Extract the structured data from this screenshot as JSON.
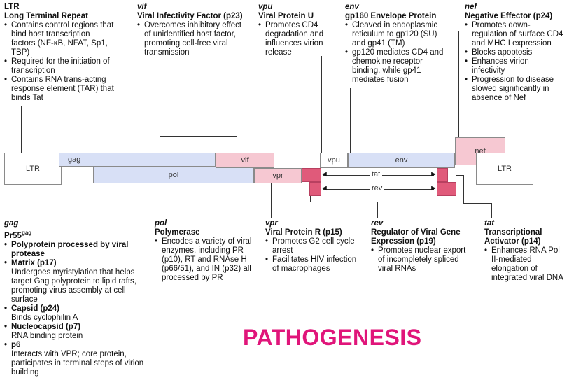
{
  "top": {
    "ltr": {
      "gene": "LTR",
      "title": "Long Terminal Repeat",
      "bullets": [
        "Contains control regions that bind host transcription factors (NF-κB, NFAT, Sp1, TBP)",
        "Required for the initiation of transcription",
        "Contains RNA trans-acting response element (TAR) that binds Tat"
      ]
    },
    "vif": {
      "gene": "vif",
      "title": "Viral Infectivity Factor (p23)",
      "bullets": [
        "Overcomes inhibitory effect of unidentified host factor, promoting cell-free viral transmission"
      ]
    },
    "vpu": {
      "gene": "vpu",
      "title": "Viral Protein U",
      "bullets": [
        "Promotes CD4 degradation and influences virion release"
      ]
    },
    "env": {
      "gene": "env",
      "title": "gp160 Envelope Protein",
      "bullets": [
        "Cleaved in endoplasmic reticulum to gp120 (SU) and gp41 (TM)",
        "gp120 mediates CD4 and chemokine receptor binding, while gp41 mediates fusion"
      ]
    },
    "nef": {
      "gene": "nef",
      "title": "Negative Effector (p24)",
      "bullets": [
        "Promotes down-regulation of surface CD4 and MHC I expression",
        "Blocks apoptosis",
        "Enhances virion infectivity",
        "Progression to disease slowed significantly in absence of Nef"
      ]
    }
  },
  "genome": {
    "ltr_left": "LTR",
    "gag": "gag",
    "pol": "pol",
    "vif": "vif",
    "vpr": "vpr",
    "vpu": "vpu",
    "env": "env",
    "nef": "nef",
    "ltr_right": "LTR",
    "tat": "tat",
    "rev": "rev"
  },
  "bottom": {
    "gag": {
      "gene": "gag",
      "title_main": "Pr55",
      "title_sup": "gag",
      "items": [
        {
          "label": "Polyprotein processed by viral protease",
          "sub": ""
        },
        {
          "label": "Matrix (p17)",
          "sub": "Undergoes myristylation that helps target Gag polyprotein to lipid rafts, promoting virus assembly at cell surface"
        },
        {
          "label": "Capsid (p24)",
          "sub": "Binds cyclophilin A"
        },
        {
          "label": "Nucleocapsid (p7)",
          "sub": "RNA binding protein"
        },
        {
          "label": "p6",
          "sub": "Interacts with VPR; core protein, participates in terminal steps of virion building"
        }
      ]
    },
    "pol": {
      "gene": "pol",
      "title": "Polymerase",
      "bullets": [
        "Encodes a variety of viral enzymes, including PR (p10), RT and RNAse H (p66/51), and IN (p32) all processed by PR"
      ]
    },
    "vpr": {
      "gene": "vpr",
      "title": "Viral Protein R (p15)",
      "bullets": [
        "Promotes G2 cell cycle arrest",
        "Facilitates HIV infection of macrophages"
      ]
    },
    "rev": {
      "gene": "rev",
      "title": "Regulator of Viral Gene Expression (p19)",
      "bullets": [
        "Promotes nuclear export of incompletely spliced viral RNAs"
      ]
    },
    "tat": {
      "gene": "tat",
      "title": "Transcriptional Activator (p14)",
      "bullets": [
        "Enhances RNA Pol II-mediated elongation of integrated viral DNA"
      ]
    }
  },
  "heading": "PATHOGENESIS"
}
